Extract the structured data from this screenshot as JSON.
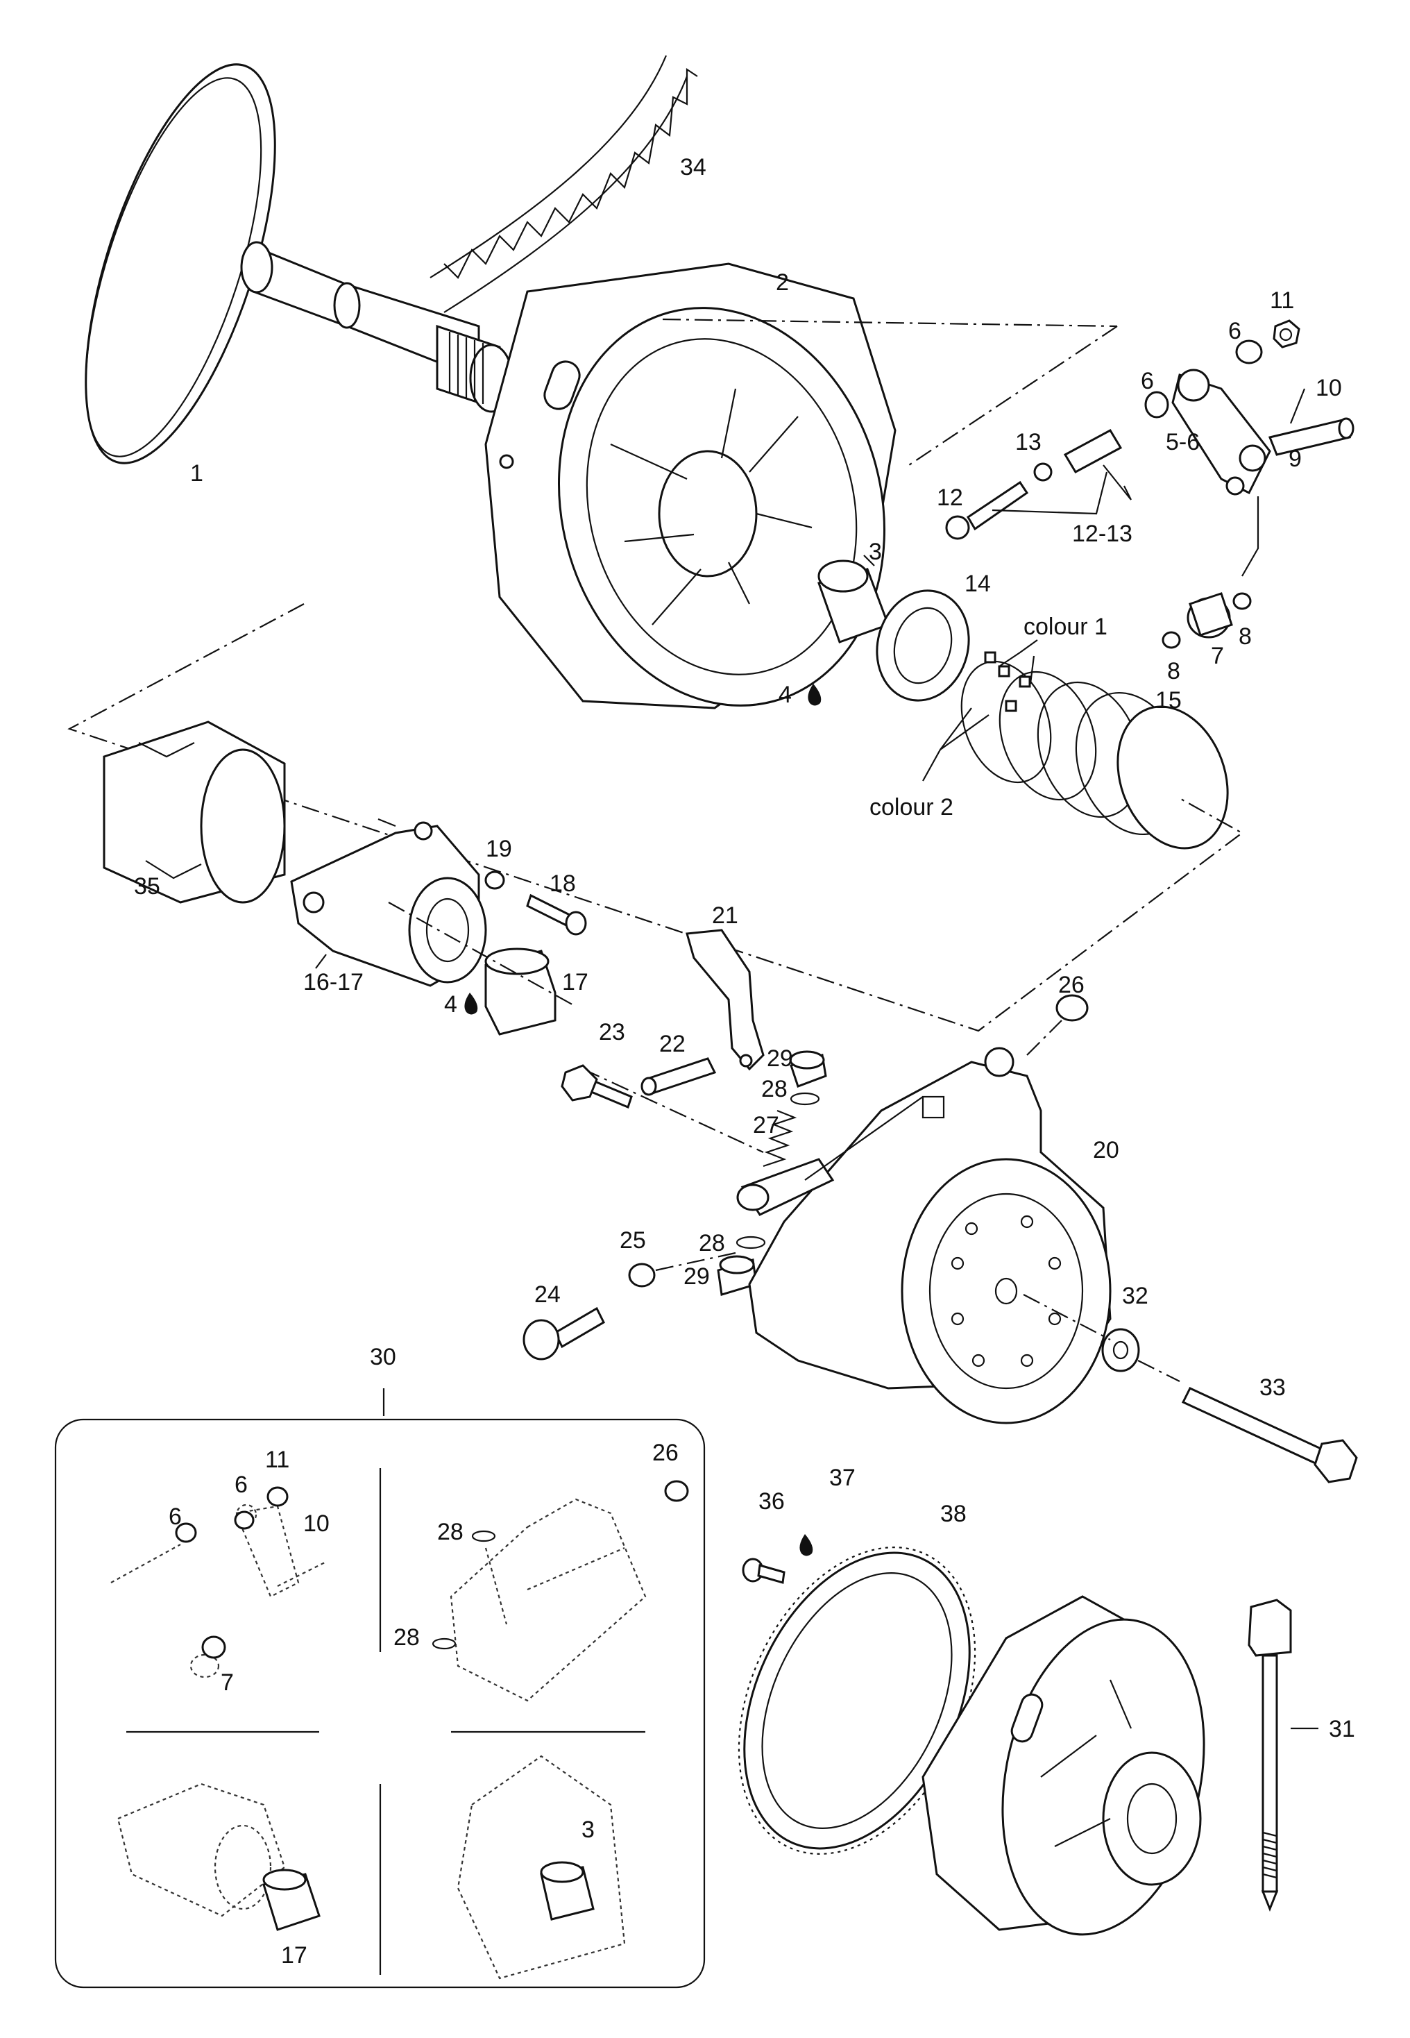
{
  "diagram": {
    "labels": [
      {
        "id": "p1",
        "text": "1"
      },
      {
        "id": "p2",
        "text": "2"
      },
      {
        "id": "p3",
        "text": "3"
      },
      {
        "id": "p4a",
        "text": "4"
      },
      {
        "id": "p4b",
        "text": "4"
      },
      {
        "id": "p5_6",
        "text": "5-6"
      },
      {
        "id": "p6a",
        "text": "6"
      },
      {
        "id": "p6b",
        "text": "6"
      },
      {
        "id": "p7",
        "text": "7"
      },
      {
        "id": "p8a",
        "text": "8"
      },
      {
        "id": "p8b",
        "text": "8"
      },
      {
        "id": "p9",
        "text": "9"
      },
      {
        "id": "p10",
        "text": "10"
      },
      {
        "id": "p11",
        "text": "11"
      },
      {
        "id": "p12",
        "text": "12"
      },
      {
        "id": "p12_13",
        "text": "12-13"
      },
      {
        "id": "p13",
        "text": "13"
      },
      {
        "id": "p14",
        "text": "14"
      },
      {
        "id": "p15",
        "text": "15"
      },
      {
        "id": "colour1",
        "text": "colour 1"
      },
      {
        "id": "colour2",
        "text": "colour 2"
      },
      {
        "id": "p16_17",
        "text": "16-17"
      },
      {
        "id": "p17",
        "text": "17"
      },
      {
        "id": "p18",
        "text": "18"
      },
      {
        "id": "p19",
        "text": "19"
      },
      {
        "id": "p20",
        "text": "20"
      },
      {
        "id": "p21",
        "text": "21"
      },
      {
        "id": "p22",
        "text": "22"
      },
      {
        "id": "p23",
        "text": "23"
      },
      {
        "id": "p24",
        "text": "24"
      },
      {
        "id": "p25",
        "text": "25"
      },
      {
        "id": "p26",
        "text": "26"
      },
      {
        "id": "p27",
        "text": "27"
      },
      {
        "id": "p28a",
        "text": "28"
      },
      {
        "id": "p28b",
        "text": "28"
      },
      {
        "id": "p29a",
        "text": "29"
      },
      {
        "id": "p29b",
        "text": "29"
      },
      {
        "id": "p30",
        "text": "30"
      },
      {
        "id": "p31",
        "text": "31"
      },
      {
        "id": "p32",
        "text": "32"
      },
      {
        "id": "p33",
        "text": "33"
      },
      {
        "id": "p34",
        "text": "34"
      },
      {
        "id": "p35",
        "text": "35"
      },
      {
        "id": "p36",
        "text": "36"
      },
      {
        "id": "p37",
        "text": "37"
      },
      {
        "id": "p38",
        "text": "38"
      }
    ],
    "inset_labels": [
      {
        "id": "i11",
        "text": "11"
      },
      {
        "id": "i6a",
        "text": "6"
      },
      {
        "id": "i6b",
        "text": "6"
      },
      {
        "id": "i10",
        "text": "10"
      },
      {
        "id": "i7",
        "text": "7"
      },
      {
        "id": "i26",
        "text": "26"
      },
      {
        "id": "i28a",
        "text": "28"
      },
      {
        "id": "i28b",
        "text": "28"
      },
      {
        "id": "i3",
        "text": "3"
      },
      {
        "id": "i17",
        "text": "17"
      }
    ]
  }
}
